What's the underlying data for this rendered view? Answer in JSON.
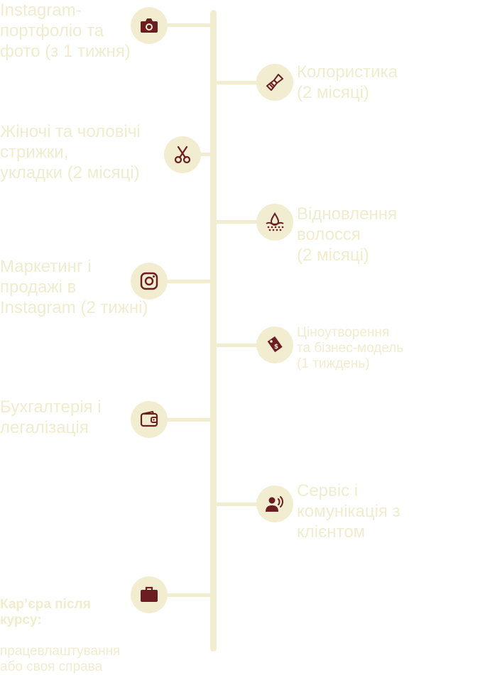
{
  "colors": {
    "line": "#f2edd0",
    "icon": "#6b1e22",
    "text": "#f1ecce"
  },
  "left_items": [
    {
      "icon": "camera-icon",
      "text": "Instagram-\nпортфоліо та\nфото (з 1 тижня)"
    },
    {
      "icon": "scissors-icon",
      "text": "Жіночі та чоловічі\nстрижки,\nукладки (2 місяці)"
    },
    {
      "icon": "instagram-icon",
      "text": "Маркетинг і\nпродажі в\nInstagram (2 тижні)"
    },
    {
      "icon": "wallet-icon",
      "text": "Бухгалтерія і\nлегалізація"
    },
    {
      "icon": "briefcase-icon",
      "title": "Кар’єра після\nкурсу:",
      "text": "працевлаштування\nабо своя справа"
    }
  ],
  "right_items": [
    {
      "icon": "paintbrush-icon",
      "text": "Колористика\n(2 місяці)"
    },
    {
      "icon": "hair-drop-icon",
      "text": "Відновлення\nволосся\n(2 місяці)"
    },
    {
      "icon": "price-tag-icon",
      "text": "Ціноутворення\nта бізнес-модель\n(1 тиждень)"
    },
    {
      "icon": "client-speaking-icon",
      "text": "Сервіс і\nкомунікація з\nклієнтом"
    }
  ]
}
